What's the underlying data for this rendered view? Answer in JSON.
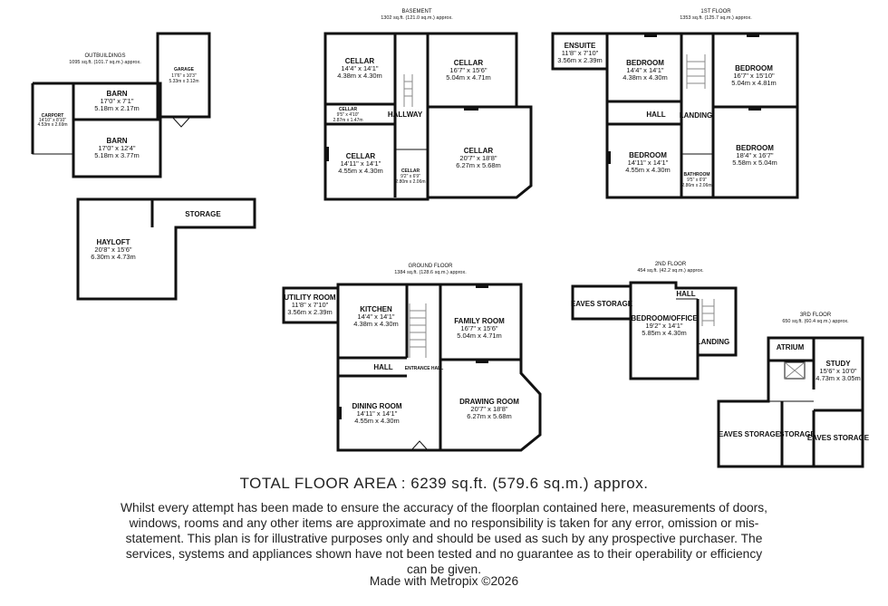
{
  "floors": {
    "outbuildings": {
      "title": "OUTBUILDINGS",
      "area": "1095 sq.ft. (101.7 sq.m.) approx.",
      "rooms": {
        "carport": {
          "name": "CARPORT",
          "imperial": "14'10\" x 8'10\"",
          "metric": "4.53m x 2.69m"
        },
        "barn1": {
          "name": "BARN",
          "imperial": "17'0\" x 7'1\"",
          "metric": "5.18m x 2.17m"
        },
        "barn2": {
          "name": "BARN",
          "imperial": "17'0\" x 12'4\"",
          "metric": "5.18m x 3.77m"
        },
        "garage": {
          "name": "GARAGE",
          "imperial": "17'6\" x 10'3\"",
          "metric": "5.33m x 3.12m"
        },
        "hayloft": {
          "name": "HAYLOFT",
          "imperial": "20'8\" x 15'6\"",
          "metric": "6.30m x 4.73m"
        },
        "storage": {
          "name": "STORAGE"
        }
      }
    },
    "basement": {
      "title": "BASEMENT",
      "area": "1302 sq.ft. (121.0 sq.m.) approx.",
      "rooms": {
        "cellar_tl": {
          "name": "CELLAR",
          "imperial": "14'4\" x 14'1\"",
          "metric": "4.38m x 4.30m"
        },
        "cellar_small": {
          "name": "CELLAR",
          "imperial": "9'5\" x 4'10\"",
          "metric": "2.87m x 1.47m"
        },
        "hallway": {
          "name": "HALLWAY"
        },
        "cellar_tr": {
          "name": "CELLAR",
          "imperial": "16'7\" x 15'6\"",
          "metric": "5.04m x 4.71m"
        },
        "cellar_bl": {
          "name": "CELLAR",
          "imperial": "14'11\" x 14'1\"",
          "metric": "4.55m x 4.30m"
        },
        "cellar_tiny": {
          "name": "CELLAR",
          "imperial": "9'2\" x 6'9\"",
          "metric": "2.80m x 2.06m"
        },
        "cellar_br": {
          "name": "CELLAR",
          "imperial": "20'7\" x 18'8\"",
          "metric": "6.27m x 5.68m"
        }
      }
    },
    "first": {
      "title": "1ST FLOOR",
      "area": "1353 sq.ft. (125.7 sq.m.) approx.",
      "rooms": {
        "ensuite": {
          "name": "ENSUITE",
          "imperial": "11'8\" x 7'10\"",
          "metric": "3.56m x 2.39m"
        },
        "bed_tl": {
          "name": "BEDROOM",
          "imperial": "14'4\" x 14'1\"",
          "metric": "4.38m x 4.30m"
        },
        "bed_tr": {
          "name": "BEDROOM",
          "imperial": "16'7\" x 15'10\"",
          "metric": "5.04m x 4.81m"
        },
        "hall": {
          "name": "HALL"
        },
        "landing": {
          "name": "LANDING"
        },
        "bed_bl": {
          "name": "BEDROOM",
          "imperial": "14'11\" x 14'1\"",
          "metric": "4.55m x 4.30m"
        },
        "bathroom": {
          "name": "BATHROOM",
          "imperial": "9'5\" x 6'9\"",
          "metric": "2.86m x 2.06m"
        },
        "bed_br": {
          "name": "BEDROOM",
          "imperial": "18'4\" x 16'7\"",
          "metric": "5.58m x 5.04m"
        }
      }
    },
    "ground": {
      "title": "GROUND FLOOR",
      "area": "1384 sq.ft. (128.6 sq.m.) approx.",
      "rooms": {
        "utility": {
          "name": "UTILITY ROOM",
          "imperial": "11'8\" x 7'10\"",
          "metric": "3.56m x 2.39m"
        },
        "kitchen": {
          "name": "KITCHEN",
          "imperial": "14'4\" x 14'1\"",
          "metric": "4.38m x 4.30m"
        },
        "family": {
          "name": "FAMILY ROOM",
          "imperial": "16'7\" x 15'6\"",
          "metric": "5.04m x 4.71m"
        },
        "hall": {
          "name": "HALL"
        },
        "entrance": {
          "name": "ENTRANCE HALL"
        },
        "dining": {
          "name": "DINING ROOM",
          "imperial": "14'11\" x 14'1\"",
          "metric": "4.55m x 4.30m"
        },
        "drawing": {
          "name": "DRAWING ROOM",
          "imperial": "20'7\" x 18'8\"",
          "metric": "6.27m x 5.68m"
        }
      }
    },
    "second": {
      "title": "2ND FLOOR",
      "area": "454 sq.ft. (42.2 sq.m.) approx.",
      "rooms": {
        "eaves": {
          "name": "EAVES STORAGE"
        },
        "hall": {
          "name": "HALL"
        },
        "office": {
          "name": "BEDROOM/OFFICE",
          "imperial": "19'2\" x 14'1\"",
          "metric": "5.85m x 4.30m"
        },
        "landing": {
          "name": "LANDING"
        }
      }
    },
    "third": {
      "title": "3RD FLOOR",
      "area": "650 sq.ft. (60.4 sq.m.) approx.",
      "rooms": {
        "atrium": {
          "name": "ATRIUM"
        },
        "study": {
          "name": "STUDY",
          "imperial": "15'6\" x 10'0\"",
          "metric": "4.73m x 3.05m"
        },
        "eaves_l": {
          "name": "EAVES STORAGE"
        },
        "storage": {
          "name": "STORAGE"
        },
        "eaves_r": {
          "name": "EAVES STORAGE"
        }
      }
    }
  },
  "footer": {
    "total": "TOTAL FLOOR AREA : 6239 sq.ft. (579.6 sq.m.) approx.",
    "disclaimer": "Whilst every attempt has been made to ensure the accuracy of the floorplan contained here, measurements of doors, windows, rooms and any other items are approximate and no responsibility is taken for any error, omission or mis-statement. This plan is for illustrative purposes only and should be used as such by any prospective purchaser. The services, systems and appliances shown have not been tested and no guarantee as to their operability or efficiency can be given.",
    "credit": "Made with Metropix ©2026"
  }
}
